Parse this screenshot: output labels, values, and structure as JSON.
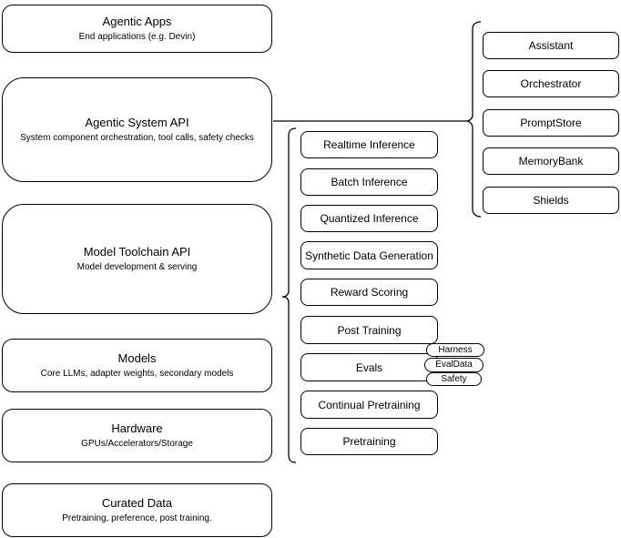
{
  "diagram": {
    "stack": [
      {
        "title": "Agentic Apps",
        "subtitle": "End applications (e.g. Devin)"
      },
      {
        "title": "Agentic System API",
        "subtitle": "System component orchestration, tool calls, safety checks"
      },
      {
        "title": "Model Toolchain API",
        "subtitle": "Model development & serving"
      },
      {
        "title": "Models",
        "subtitle": "Core LLMs, adapter weights, secondary models"
      },
      {
        "title": "Hardware",
        "subtitle": "GPUs/Accelerators/Storage"
      },
      {
        "title": "Curated Data",
        "subtitle": "Pretraining, preference, post training."
      }
    ],
    "toolchain_components": [
      "Realtime Inference",
      "Batch Inference",
      "Quantized Inference",
      "Synthetic Data Generation",
      "Reward Scoring",
      "Post Training",
      "Evals",
      "Continual Pretraining",
      "Pretraining"
    ],
    "eval_tags": [
      "Harness",
      "EvalData",
      "Safety"
    ],
    "system_components": [
      "Assistant",
      "Orchestrator",
      "PromptStore",
      "MemoryBank",
      "Shields"
    ],
    "colors": {
      "stroke": "#000000",
      "background": "#ffffff",
      "text": "#000000"
    }
  }
}
